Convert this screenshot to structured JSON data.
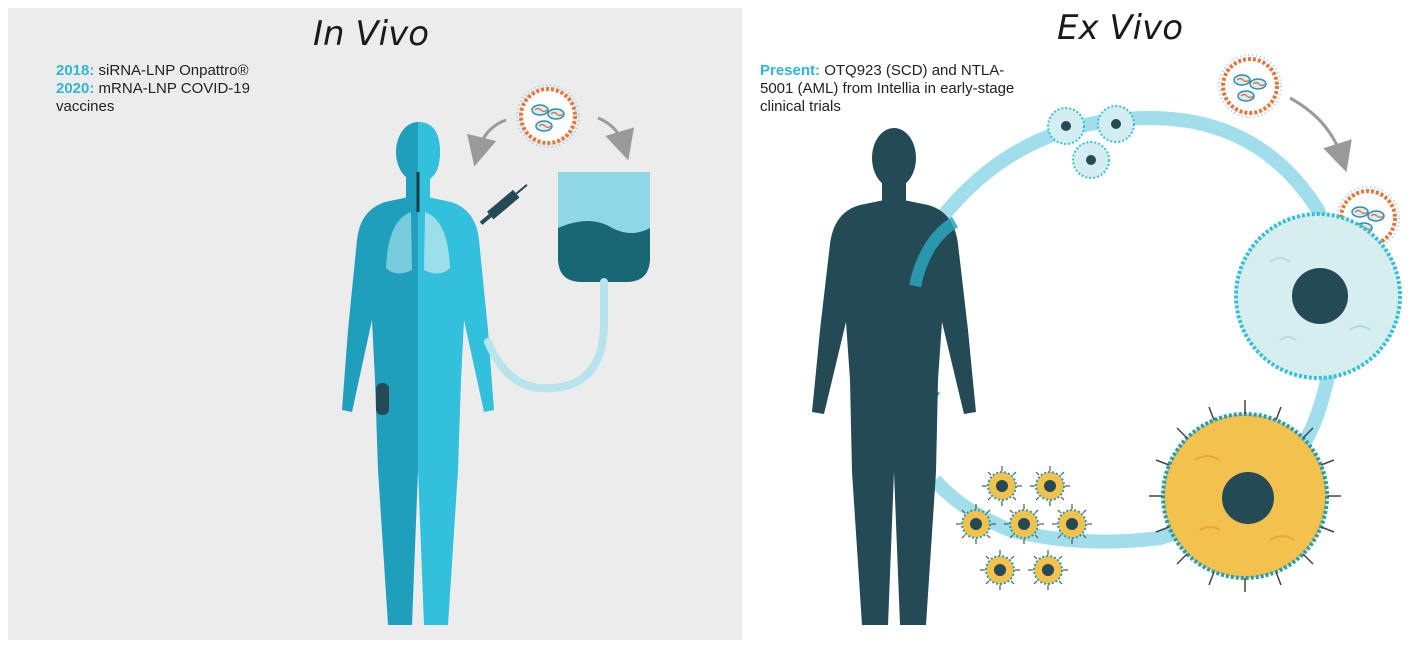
{
  "left": {
    "title": "In Vivo",
    "milestones": [
      {
        "year": "2018:",
        "text": " siRNA-LNP Onpattro®"
      },
      {
        "year": "2020:",
        "text": " mRNA-LNP COVID-19 vaccines"
      }
    ]
  },
  "right": {
    "title": "Ex Vivo",
    "label": "Present:",
    "text": " OTQ923 (SCD) and NTLA-5001 (AML) from Intellia in early-stage clinical trials"
  },
  "colors": {
    "left_bg": "#ececec",
    "accent": "#2fb6d8",
    "body_dark": "#1f9fbb",
    "body_light": "#33c0dc",
    "silhouette": "#244a55",
    "cycle_ring": "#9fdeea",
    "cell_yellow": "#f2c14e",
    "lnp_orange": "#e8743b"
  },
  "icons": [
    "lnp-particle-icon",
    "syringe-icon",
    "iv-bag-icon",
    "lung-icon",
    "stem-cell-icon",
    "t-cell-icon"
  ]
}
